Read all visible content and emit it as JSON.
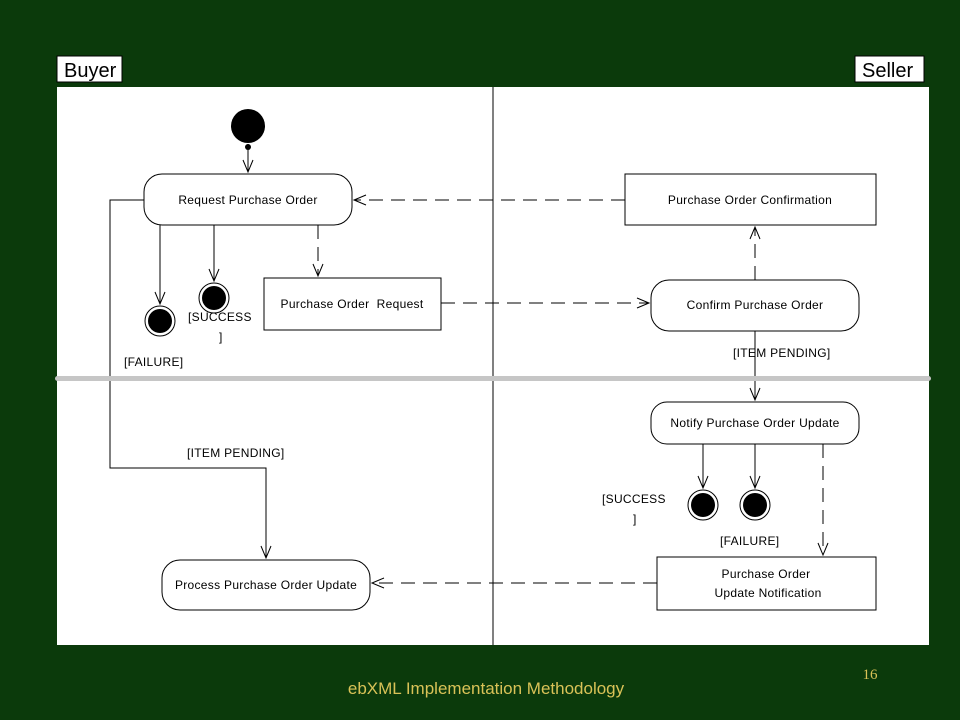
{
  "colors": {
    "background": "#0b3a0b",
    "footer_text": "#d9c257",
    "divider_bar": "#c6c6c6"
  },
  "lanes": {
    "buyer": "Buyer",
    "seller": "Seller"
  },
  "nodes": {
    "request_po": "Request Purchase Order",
    "po_request": "Purchase Order  Request",
    "process_po_update": "Process Purchase Order Update",
    "po_confirmation": "Purchase Order Confirmation",
    "confirm_po": "Confirm Purchase Order",
    "notify_po_update": "Notify Purchase Order Update",
    "po_update_notification": [
      "Purchase Order",
      "Update Notification"
    ]
  },
  "guards": {
    "buyer_success": [
      "[SUCCESS",
      "]"
    ],
    "buyer_failure": "[FAILURE]",
    "buyer_item_pending": "[ITEM PENDING]",
    "seller_item_pending": "[ITEM PENDING]",
    "seller_success": [
      "[SUCCESS",
      "]"
    ],
    "seller_failure": "[FAILURE]"
  },
  "footer": {
    "title": "ebXML Implementation Methodology",
    "page_number": "16"
  }
}
